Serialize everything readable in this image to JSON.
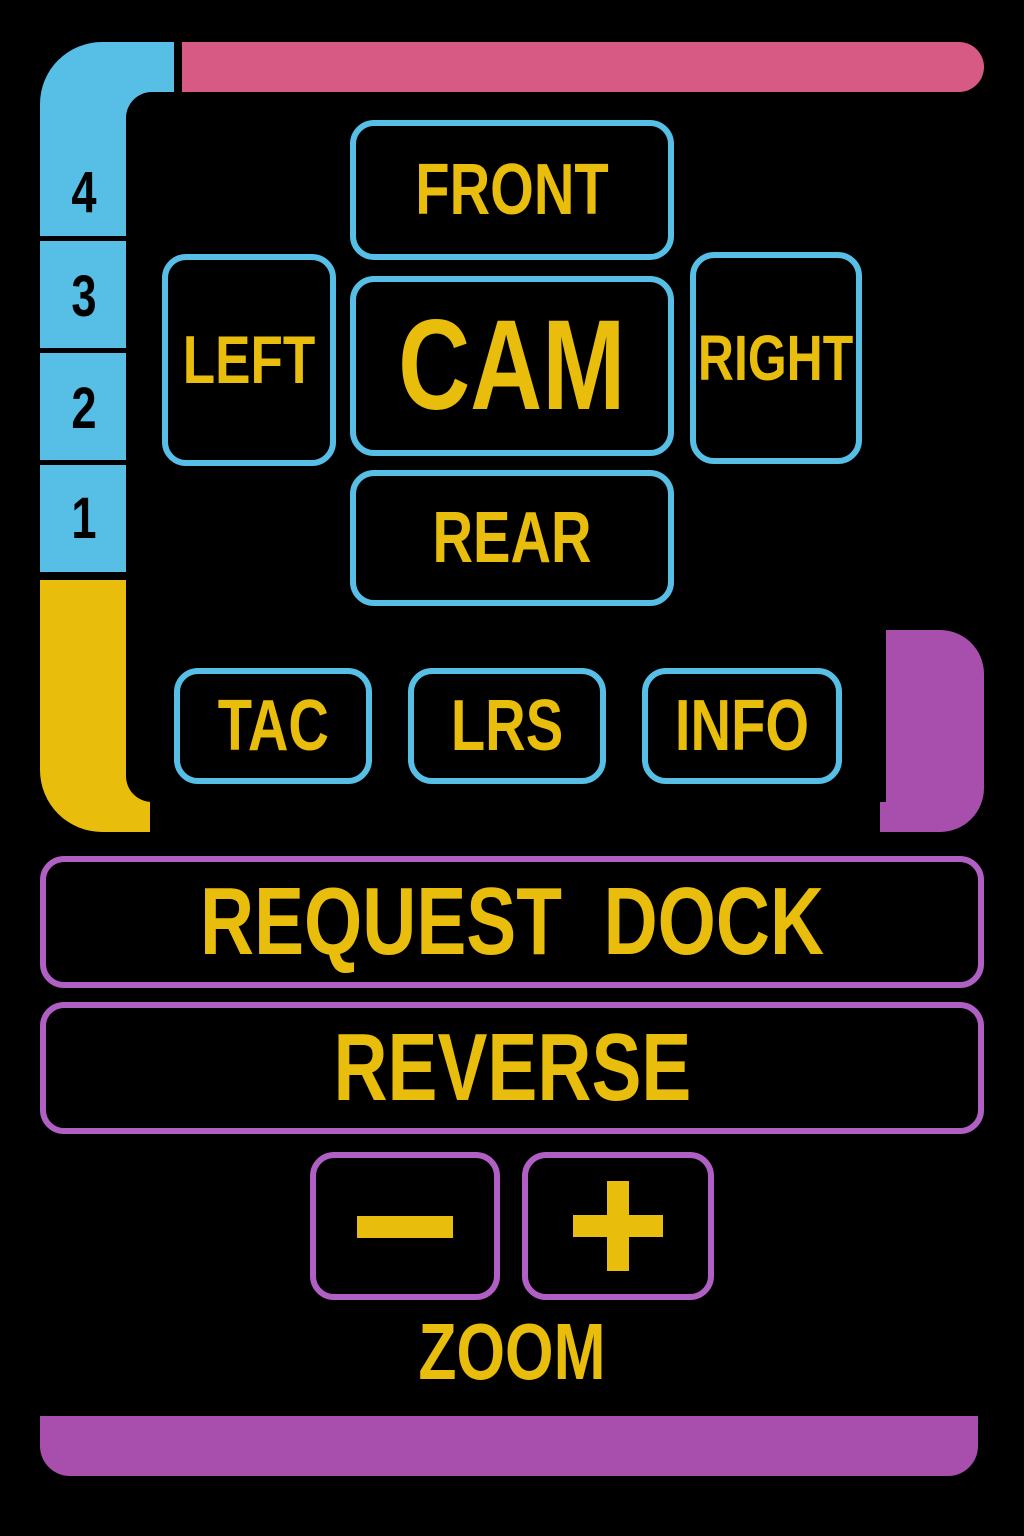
{
  "colors": {
    "blue": "#57bfe6",
    "pink": "#d65a84",
    "yellow": "#e8bd0c",
    "purple": "#a84fae",
    "outline_violet": "#b05fc4",
    "text": "#e8bd0c",
    "background": "#000000"
  },
  "sidebar": {
    "numbers": [
      "4",
      "3",
      "2",
      "1"
    ]
  },
  "cam_pad": {
    "front": "FRONT",
    "left": "LEFT",
    "center": "CAM",
    "right": "RIGHT",
    "rear": "REAR"
  },
  "modes": {
    "tac": "TAC",
    "lrs": "LRS",
    "info": "INFO"
  },
  "actions": {
    "request_dock": "REQUEST  DOCK",
    "reverse": "REVERSE"
  },
  "zoom": {
    "label": "ZOOM",
    "minus_icon": "minus-icon",
    "plus_icon": "plus-icon"
  }
}
